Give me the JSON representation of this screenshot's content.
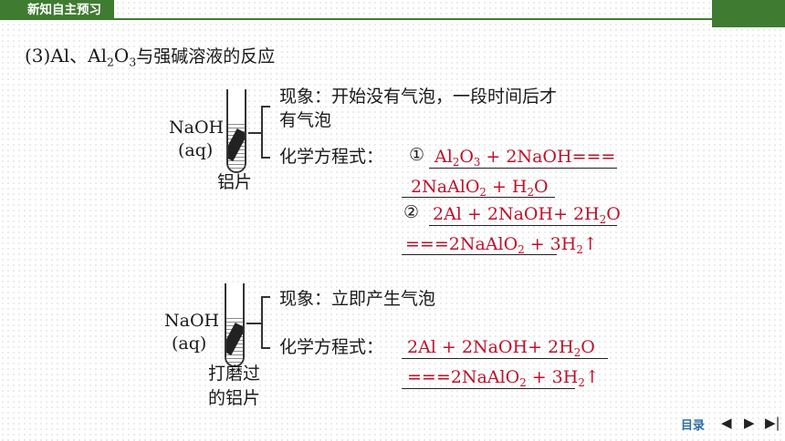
{
  "header": {
    "title": "新知自主预习"
  },
  "section": {
    "prefix": "(3)Al、Al",
    "sub1": "2",
    "mid": "O",
    "sub2": "3",
    "suffix": "与强碱溶液的反应"
  },
  "exp1": {
    "reagent_name": "NaOH",
    "reagent_state": "(aq)",
    "metal_label": "铝片",
    "phenomenon_line1": "现象：开始没有气泡，一段时间后才",
    "phenomenon_line2": "有气泡",
    "equation_label": "化学方程式：",
    "circled_1": "①",
    "eq1_line1": {
      "a": "Al",
      "s1": "2",
      "b": "O",
      "s2": "3",
      "c": " + 2NaOH",
      "arrow": "==="
    },
    "eq1_line2": {
      "a": "2NaAlO",
      "s1": "2",
      "b": " + H",
      "s2": "2",
      "c": "O"
    },
    "circled_2": "②",
    "eq2_line1": {
      "a": "2Al + 2NaOH+ 2H",
      "s1": "2",
      "b": "O"
    },
    "eq2_line2": {
      "arrow": "===",
      "a": "2NaAlO",
      "s1": "2",
      "b": " + 3H",
      "s2": "2",
      "c": "↑"
    }
  },
  "exp2": {
    "reagent_name": "NaOH",
    "reagent_state": "(aq)",
    "metal_label_line1": "打磨过",
    "metal_label_line2": "的铝片",
    "phenomenon": "现象：立即产生气泡",
    "equation_label": "化学方程式：",
    "eq_line1": {
      "a": "2Al + 2NaOH+ 2H",
      "s1": "2",
      "b": "O"
    },
    "eq_line2": {
      "arrow": "===",
      "a": "2NaAlO",
      "s1": "2",
      "b": " + 3H",
      "s2": "2",
      "c": "↑"
    }
  },
  "nav": {
    "label": "目录",
    "prev": "◀",
    "next": "▶",
    "last": "▶|"
  },
  "colors": {
    "header_green": "#3f7b31",
    "answer_red": "#c0102a",
    "nav_blue": "#2e6da4"
  }
}
